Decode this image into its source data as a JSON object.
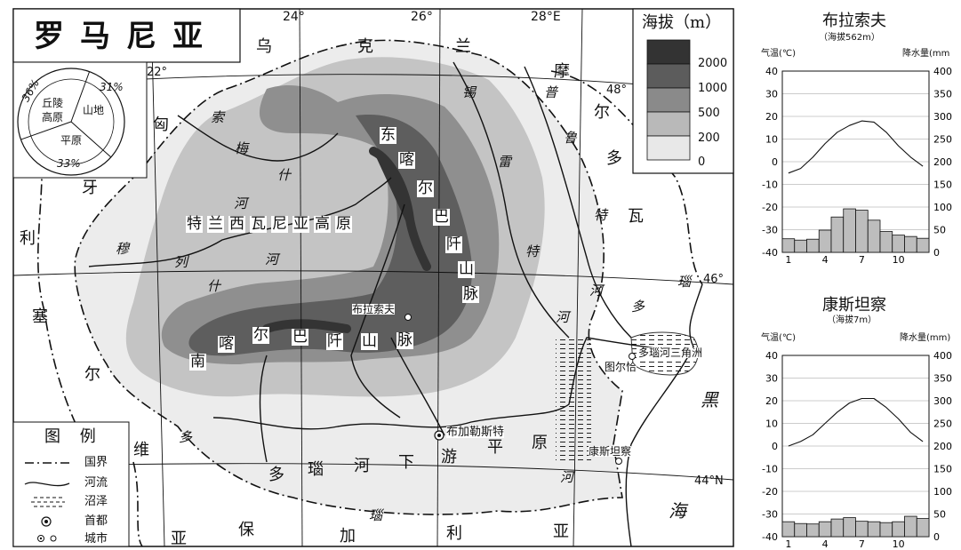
{
  "map": {
    "title": "罗马尼亚",
    "longitudes": [
      "24°",
      "26°",
      "28°E"
    ],
    "latitudes": [
      "48°",
      "46°",
      "44°N"
    ],
    "lon_corner": "22°",
    "neighbors": [
      "乌",
      "克",
      "兰",
      "匈",
      "牙",
      "利",
      "塞",
      "尔",
      "维",
      "亚",
      "保",
      "加",
      "利",
      "亚",
      "摩",
      "尔",
      "多",
      "瓦"
    ],
    "seas": [
      "黑",
      "海"
    ],
    "regions": {
      "plateau": [
        "特",
        "兰",
        "西",
        "瓦",
        "尼",
        "亚",
        "高",
        "原"
      ],
      "east_carpathians": [
        "东",
        "喀",
        "尔",
        "巴",
        "阡",
        "山",
        "脉"
      ],
      "south_carpathians": [
        "南",
        "喀",
        "尔",
        "巴",
        "阡",
        "山",
        "脉"
      ],
      "lower_danube_plain": [
        "多",
        "瑙",
        "河",
        "下",
        "游",
        "平",
        "原"
      ]
    },
    "rivers": {
      "mures": [
        "穆",
        "列",
        "什",
        "河"
      ],
      "somes": [
        "索",
        "梅",
        "什",
        "河"
      ],
      "siret": [
        "锡",
        "雷",
        "特",
        "河"
      ],
      "prut": [
        "普",
        "鲁",
        "特",
        "河"
      ],
      "danube_lower": [
        "多",
        "瑙",
        "河"
      ],
      "danube_south": [
        "多",
        "瑙"
      ],
      "danube_delta_label": "多瑙河三角洲"
    },
    "cities": {
      "capital": "布加勒斯特",
      "brasov": "布拉索夫",
      "tulcea": "图尔恰",
      "constanta": "康斯坦察"
    }
  },
  "elevation_legend": {
    "title": "海拔（m）",
    "levels": [
      {
        "label": "2000",
        "color": "#333333"
      },
      {
        "label": "1000",
        "color": "#5c5c5c"
      },
      {
        "label": "500",
        "color": "#8a8a8a"
      },
      {
        "label": "200",
        "color": "#b9b9b9"
      },
      {
        "label": "0",
        "color": "#e8e8e8"
      }
    ]
  },
  "landform_pie": {
    "slices": [
      {
        "label": "山地",
        "percent": "31%",
        "value": 31
      },
      {
        "label": "平原",
        "percent": "33%",
        "value": 33
      },
      {
        "label": "丘陵高原",
        "label_lines": [
          "丘陵",
          "高原"
        ],
        "percent": "36%",
        "value": 36
      }
    ]
  },
  "legend": {
    "title": "图 例",
    "items": [
      {
        "symbol": "border",
        "label": "国界"
      },
      {
        "symbol": "river",
        "label": "河流"
      },
      {
        "symbol": "swamp",
        "label": "沼泽"
      },
      {
        "symbol": "capital",
        "label": "首都"
      },
      {
        "symbol": "city",
        "label": "城市"
      }
    ]
  },
  "chart_data": [
    {
      "type": "climate",
      "title": "布拉索夫",
      "subtitle": "（海拔562m）",
      "ylabel_left": "气温(℃)",
      "ylabel_right": "降水量(mm",
      "temp_axis": [
        -40,
        -30,
        -20,
        -10,
        0,
        10,
        20,
        30,
        40
      ],
      "precip_axis": [
        0,
        50,
        100,
        150,
        200,
        250,
        300,
        350,
        400
      ],
      "x_ticks": [
        "1",
        "4",
        "7",
        "10"
      ],
      "months": [
        1,
        2,
        3,
        4,
        5,
        6,
        7,
        8,
        9,
        10,
        11,
        12
      ],
      "temperature": [
        -5,
        -3,
        2,
        8,
        13,
        16,
        18,
        17.5,
        13,
        7,
        2,
        -2
      ],
      "precipitation": [
        30,
        27,
        29,
        49,
        78,
        96,
        93,
        71,
        46,
        38,
        35,
        31
      ]
    },
    {
      "type": "climate",
      "title": "康斯坦察",
      "subtitle": "（海拔7m）",
      "ylabel_left": "气温(℃)",
      "ylabel_right": "降水量(mm)",
      "temp_axis": [
        -40,
        -30,
        -20,
        -10,
        0,
        10,
        20,
        30,
        40
      ],
      "precip_axis": [
        0,
        50,
        100,
        150,
        200,
        250,
        300,
        350,
        400
      ],
      "x_ticks": [
        "1",
        "4",
        "7",
        "10"
      ],
      "months": [
        1,
        2,
        3,
        4,
        5,
        6,
        7,
        8,
        9,
        10,
        11,
        12
      ],
      "temperature": [
        0,
        2,
        5,
        10,
        15,
        19,
        21,
        21,
        17,
        12,
        6,
        2
      ],
      "precipitation": [
        33,
        29,
        28,
        33,
        39,
        42,
        34,
        33,
        31,
        33,
        45,
        40
      ]
    }
  ]
}
